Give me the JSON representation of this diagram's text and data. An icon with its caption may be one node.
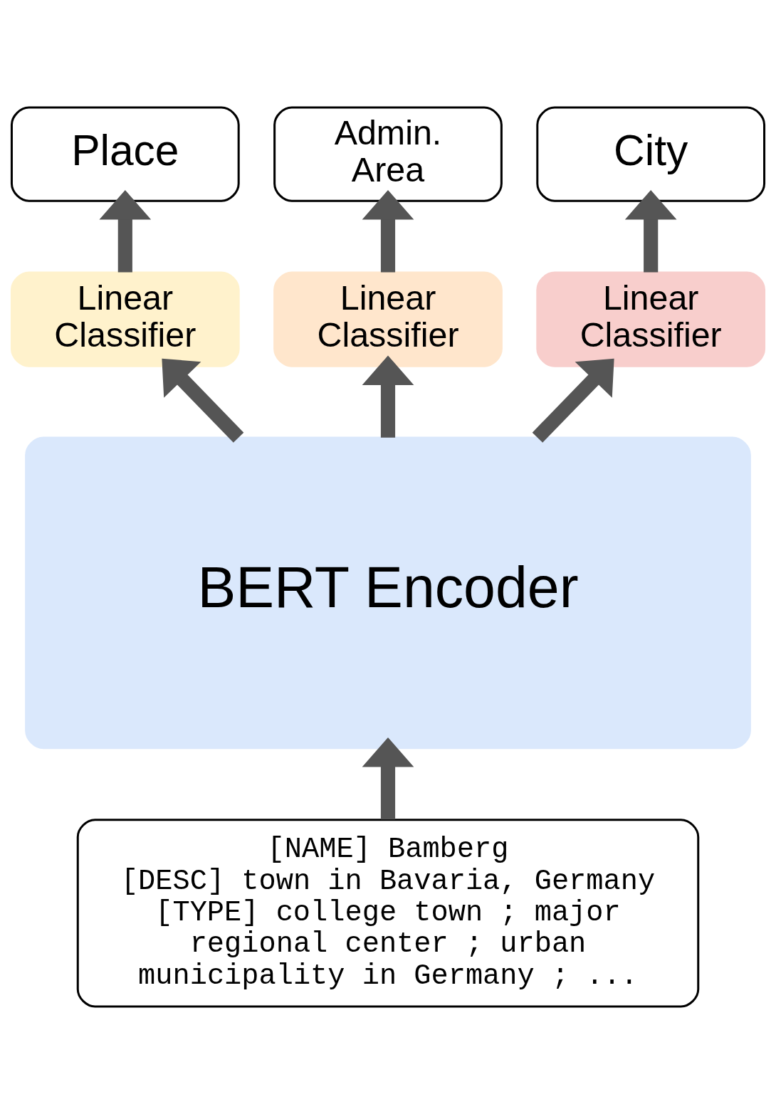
{
  "diagram": {
    "nodes": [
      {
        "text": [
          "Place"
        ]
      },
      {
        "text": [
          "Admin. Area"
        ]
      },
      {
        "text": [
          "City"
        ]
      },
      {
        "text": [
          "Linear Classifier"
        ]
      },
      {
        "text": [
          "Linear Classifier"
        ]
      },
      {
        "text": [
          "Linear Classifier"
        ]
      },
      {
        "text": [
          "BERT Encoder"
        ]
      },
      {
        "text": [
          "[NAME] Bamberg",
          "[DESC] town in Bavaria, Germany",
          "[TYPE] college town ; major regional center ; urban municipality in Germany ; ..."
        ]
      }
    ],
    "edges": [
      {
        "from": 7,
        "to": 6,
        "arrow": "to"
      },
      {
        "from": 6,
        "to": 3,
        "arrow": "to"
      },
      {
        "from": 6,
        "to": 4,
        "arrow": "to"
      },
      {
        "from": 6,
        "to": 5,
        "arrow": "to"
      },
      {
        "from": 3,
        "to": 0,
        "arrow": "to"
      },
      {
        "from": 4,
        "to": 1,
        "arrow": "to"
      },
      {
        "from": 5,
        "to": 2,
        "arrow": "to"
      }
    ]
  }
}
